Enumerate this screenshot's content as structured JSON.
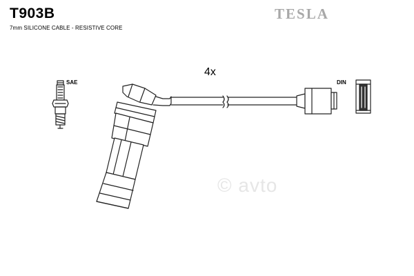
{
  "header": {
    "part_code": "T903B",
    "subtitle": "7mm SILICONE CABLE - RESISTIVE CORE",
    "brand": "TESLA"
  },
  "diagram": {
    "quantity_label": "4x",
    "left_end_label": "SAE",
    "right_end_label": "DIN"
  },
  "watermark": {
    "text": "© avto"
  },
  "colors": {
    "line": "#222222",
    "brand": "#a8a8a8",
    "watermark": "#e6e6e6"
  }
}
